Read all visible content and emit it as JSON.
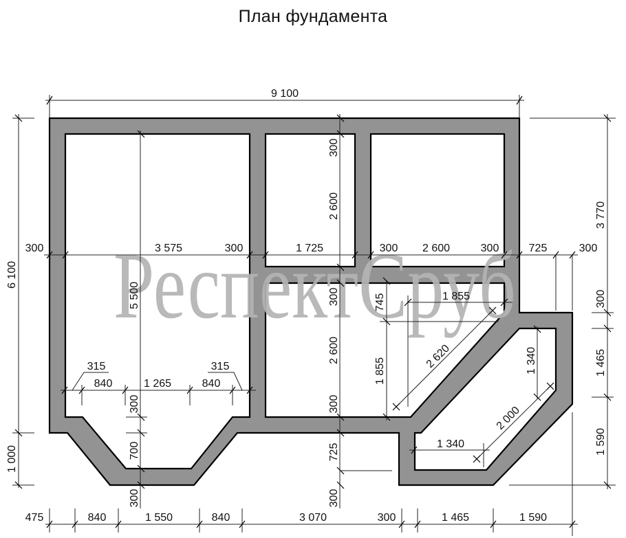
{
  "title": "План фундамента",
  "watermark": "РеспектСруб",
  "colors": {
    "wall_fill": "#939393",
    "outline": "#000000",
    "background": "#ffffff",
    "watermark": "#b4b4b4"
  },
  "dimensions": {
    "top_total": "9 100",
    "left_total": "6 100",
    "left_bottom": "1 000",
    "left_wall": "300",
    "room1_width": "3 575",
    "room1_right_wall": "300",
    "room2_width": "1 725",
    "room3_left_wall": "300",
    "room3_width": "2 600",
    "room3_right_wall": "300",
    "right_offset": "725",
    "right_wall": "300",
    "room1_height": "5 500",
    "bay_left_diag": "315",
    "bay_right_diag": "315",
    "bay_left_seg": "840",
    "bay_center": "1 265",
    "bay_right_seg": "840",
    "bay_wall_top": "300",
    "bay_depth": "700",
    "bay_wall_bottom": "300",
    "room2_top_wall": "300",
    "room2_height": "2 600",
    "room4_top_wall": "300",
    "room4_height": "2 600",
    "room4_bottom_wall": "300",
    "lower_offset": "725",
    "lower_wall": "300",
    "corner_offset_v": "745",
    "corner_width": "1 855",
    "corner_height": "1 855",
    "corner_diag": "2 620",
    "porch_height": "1 340",
    "porch_diag": "2 000",
    "porch_width": "1 340",
    "right_top": "3 770",
    "right_wall_seg": "300",
    "right_mid": "1 465",
    "right_bottom": "1 590",
    "bottom": [
      "475",
      "840",
      "1 550",
      "840",
      "3 070",
      "300",
      "1 465",
      "1 590"
    ]
  }
}
